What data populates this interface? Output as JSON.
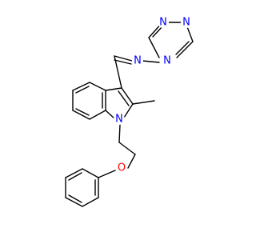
{
  "molecule": {
    "atom_labels": {
      "triazole_n1": "N",
      "triazole_n2": "N",
      "triazole_n4": "N",
      "imine_n": "N",
      "indole_n": "N",
      "ether_o": "O"
    },
    "colors": {
      "nitrogen": "#0000ff",
      "oxygen": "#ff0000",
      "bond": "#000000",
      "background": "#ffffff"
    }
  }
}
